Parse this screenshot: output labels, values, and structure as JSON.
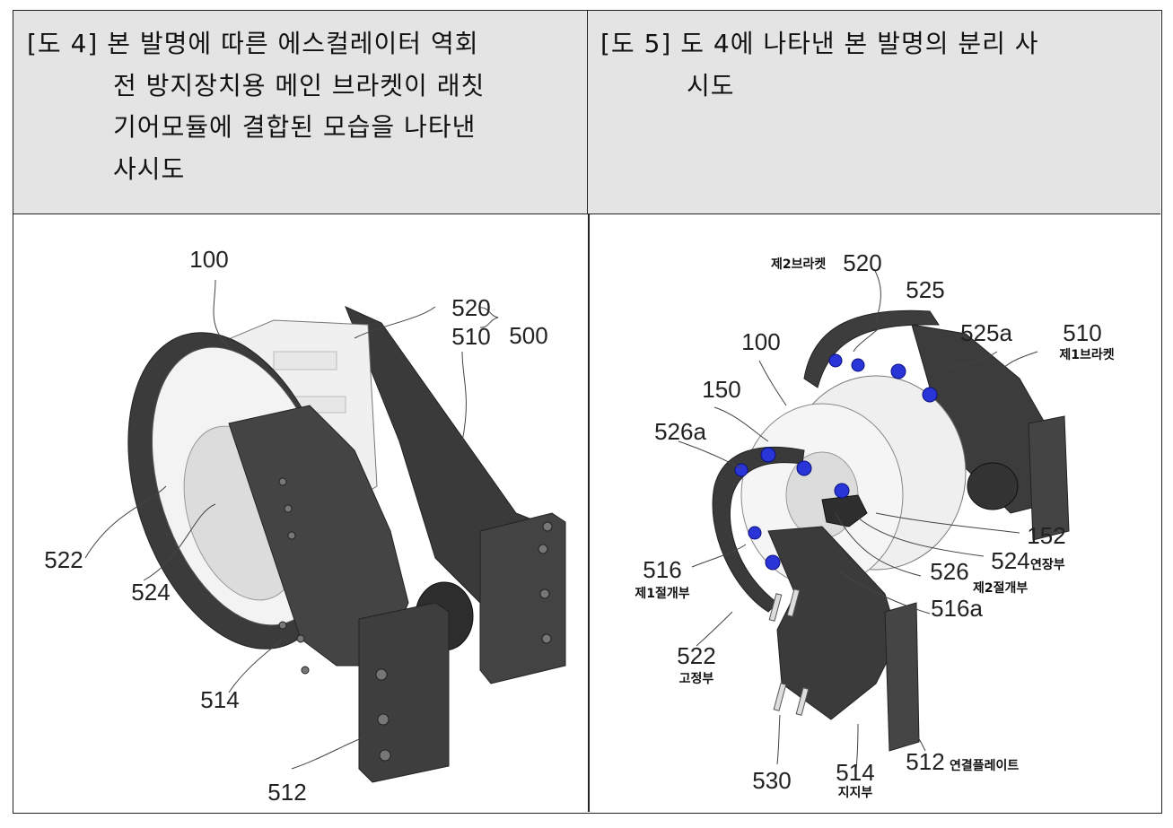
{
  "figure4": {
    "caption_first": "[도 4] 본 발명에 따른 에스컬레이터 역회",
    "caption_lines": [
      "전 방지장치용 메인 브라켓이 래칫",
      "기어모듈에 결합된 모습을 나타낸",
      "사시도"
    ],
    "labels": {
      "l100": "100",
      "l520": "520",
      "l510": "510",
      "l500": "500",
      "l522": "522",
      "l524": "524",
      "l514": "514",
      "l512": "512"
    }
  },
  "figure5": {
    "caption_first": "[도 5] 도 4에 나타낸 본 발명의 분리 사",
    "caption_lines": [
      "시도"
    ],
    "labels": {
      "l520": "520",
      "k520": "제2브라켓",
      "l525": "525",
      "l525a": "525a",
      "l510": "510",
      "k510": "제1브라켓",
      "l100": "100",
      "l150": "150",
      "l526a": "526a",
      "l152": "152",
      "l524": "524",
      "k524": "연장부",
      "l526": "526",
      "k526": "제2절개부",
      "l516": "516",
      "k516": "제1절개부",
      "l516a": "516a",
      "l522": "522",
      "k522": "고정부",
      "l530": "530",
      "l514": "514",
      "k514": "지지부",
      "l512": "512",
      "k512": "연결플레이트"
    }
  },
  "colors": {
    "part_dark": "#3c3c3c",
    "part_mid": "#555555",
    "ring_light": "#f2f2f2",
    "bolt_blue": "#2a35d8",
    "header_bg": "#e4e4e4"
  }
}
